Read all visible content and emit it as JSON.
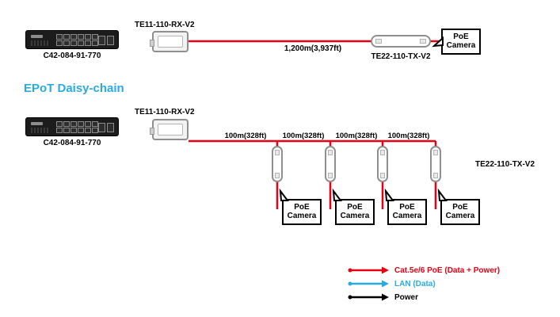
{
  "colors": {
    "cable_poe": "#e60012",
    "cable_lan": "#29abe2",
    "cable_power": "#000000",
    "accent_title": "#29abe2"
  },
  "top_diagram": {
    "switch_label": "C42-084-91-770",
    "rx_label": "TE11-110-RX-V2",
    "cable_length_label": "1,200m(3,937ft)",
    "tx_label": "TE22-110-TX-V2",
    "camera": {
      "line1": "PoE",
      "line2": "Camera"
    }
  },
  "daisy_diagram": {
    "title": "EPoT Daisy-chain",
    "switch_label": "C42-084-91-770",
    "rx_label": "TE11-110-RX-V2",
    "tx_label": "TE22-110-TX-V2",
    "segments": [
      {
        "label": "100m(328ft)"
      },
      {
        "label": "100m(328ft)"
      },
      {
        "label": "100m(328ft)"
      },
      {
        "label": "100m(328ft)"
      }
    ],
    "cameras": [
      {
        "line1": "PoE",
        "line2": "Camera"
      },
      {
        "line1": "PoE",
        "line2": "Camera"
      },
      {
        "line1": "PoE",
        "line2": "Camera"
      },
      {
        "line1": "PoE",
        "line2": "Camera"
      }
    ]
  },
  "legend": {
    "items": [
      {
        "label": "Cat.5e/6 PoE (Data + Power)",
        "color": "#e60012"
      },
      {
        "label": "LAN (Data)",
        "color": "#29abe2"
      },
      {
        "label": "Power",
        "color": "#000000"
      }
    ]
  }
}
